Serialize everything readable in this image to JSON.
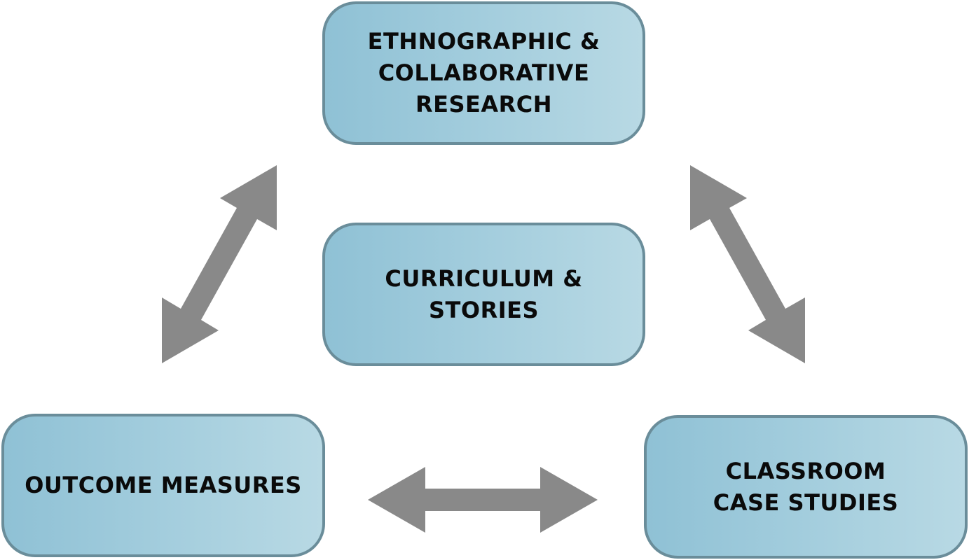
{
  "diagram": {
    "type": "cycle",
    "nodes": [
      {
        "id": "top",
        "label": "ETHNOGRAPHIC &\nCOLLABORATIVE\nRESEARCH"
      },
      {
        "id": "center",
        "label": "CURRICULUM &\nSTORIES"
      },
      {
        "id": "left",
        "label": "OUTCOME MEASURES"
      },
      {
        "id": "right",
        "label": "CLASSROOM\nCASE STUDIES"
      }
    ],
    "edges": [
      {
        "from": "top",
        "to": "left",
        "direction": "bidirectional"
      },
      {
        "from": "top",
        "to": "right",
        "direction": "bidirectional"
      },
      {
        "from": "left",
        "to": "right",
        "direction": "bidirectional"
      }
    ]
  },
  "colors": {
    "node_fill_start": "#8fc1d5",
    "node_fill_end": "#b8d9e4",
    "node_border": "#6a8d9a",
    "arrow": "#898989",
    "text": "#0a0a0a"
  }
}
